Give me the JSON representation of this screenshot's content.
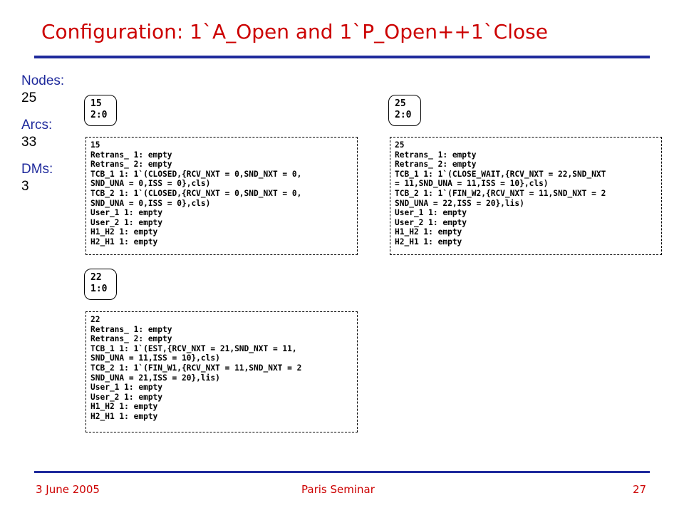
{
  "title": "Configuration: 1`A_Open and 1`P_Open++1`Close",
  "stats": {
    "nodes_label": "Nodes:",
    "nodes_value": "25",
    "arcs_label": "Arcs:",
    "arcs_value": "33",
    "dms_label": "DMs:",
    "dms_value": "3"
  },
  "nodes": [
    {
      "id": "15",
      "ratio": "2:0",
      "lines": [
        "15",
        "Retrans_ 1: empty",
        "Retrans_ 2: empty",
        "TCB_1 1: 1`(CLOSED,{RCV_NXT = 0,SND_NXT = 0,",
        "SND_UNA = 0,ISS = 0},cls)",
        "TCB_2 1: 1`(CLOSED,{RCV_NXT = 0,SND_NXT = 0,",
        "SND_UNA = 0,ISS = 0},cls)",
        "User_1 1: empty",
        "User_2 1: empty",
        "H1_H2 1: empty",
        "H2_H1 1: empty"
      ]
    },
    {
      "id": "25",
      "ratio": "2:0",
      "lines": [
        "25",
        "Retrans_ 1: empty",
        "Retrans_ 2: empty",
        "TCB_1 1: 1`(CLOSE_WAIT,{RCV_NXT = 22,SND_NXT",
        "= 11,SND_UNA = 11,ISS = 10},cls)",
        "TCB_2 1: 1`(FIN_W2,{RCV_NXT = 11,SND_NXT = 2",
        "SND_UNA = 22,ISS = 20},lis)",
        "User_1 1: empty",
        "User_2 1: empty",
        "H1_H2 1: empty",
        "H2_H1 1: empty"
      ]
    },
    {
      "id": "22",
      "ratio": "1:0",
      "lines": [
        "22",
        "Retrans_ 1: empty",
        "Retrans_ 2: empty",
        "TCB_1 1: 1`(EST,{RCV_NXT = 21,SND_NXT = 11,",
        "SND_UNA = 11,ISS = 10},cls)",
        "TCB_2 1: 1`(FIN_W1,{RCV_NXT = 11,SND_NXT = 2",
        "SND_UNA = 21,ISS = 20},lis)",
        "User_1 1: empty",
        "User_2 1: empty",
        "H1_H2 1: empty",
        "H2_H1 1: empty"
      ]
    }
  ],
  "footer": {
    "date": "3 June 2005",
    "event": "Paris Seminar",
    "page": "27"
  },
  "colors": {
    "title": "#cc0000",
    "rule": "#1f2a9c",
    "label": "#1f2a9c"
  }
}
